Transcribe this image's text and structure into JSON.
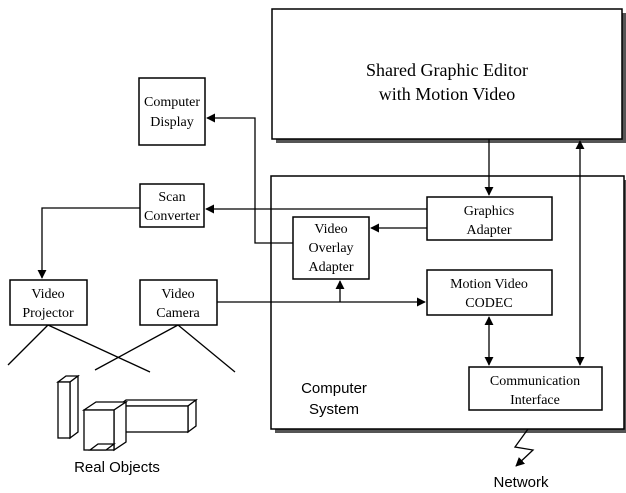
{
  "components": {
    "editor": {
      "lines": [
        "Shared Graphic Editor",
        "with Motion Video"
      ]
    },
    "display": {
      "lines": [
        "Computer",
        "Display"
      ]
    },
    "scan": {
      "lines": [
        "Scan",
        "Converter"
      ]
    },
    "overlay": {
      "lines": [
        "Video",
        "Overlay",
        "Adapter"
      ]
    },
    "graphics": {
      "lines": [
        "Graphics",
        "Adapter"
      ]
    },
    "codec": {
      "lines": [
        "Motion Video",
        "CODEC"
      ]
    },
    "projector": {
      "lines": [
        "Video",
        "Projector"
      ]
    },
    "camera": {
      "lines": [
        "Video",
        "Camera"
      ]
    },
    "comm": {
      "lines": [
        "Communication",
        "Interface"
      ]
    },
    "computer_system": {
      "lines": [
        "Computer",
        "System"
      ]
    }
  },
  "labels": {
    "real_objects": "Real Objects",
    "network": "Network"
  }
}
